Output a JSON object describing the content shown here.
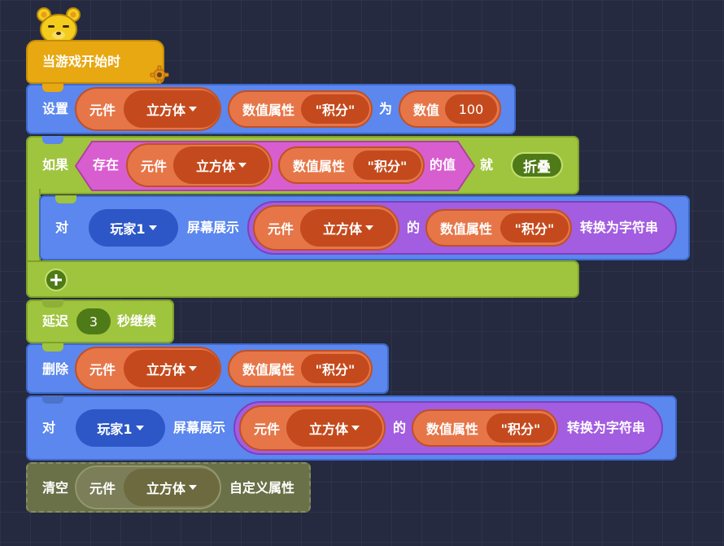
{
  "colors": {
    "background": "#252a40",
    "event": "#e8a812",
    "action_blue": "#5b87ee",
    "control_green": "#9fc43e",
    "element_orange": "#e67648",
    "element_dark": "#c44a1d",
    "operator_purple": "#a35de0",
    "condition_pink": "#d85ed0",
    "disabled_olive": "#6a7047"
  },
  "mascot": {
    "icon": "bear-mascot-icon"
  },
  "event_block": {
    "label": "当游戏开始时",
    "icon": "gear-icon"
  },
  "words": {
    "element": "元件",
    "cube": "立方体",
    "num_prop": "数值属性",
    "score": "\"积分\"",
    "player": "玩家1",
    "screen_show": "屏幕展示",
    "of": "的",
    "to_string": "转换为字符串",
    "to": "对"
  },
  "set_block": {
    "label": "设置",
    "as_label": "为",
    "value_label": "数值",
    "value": "100"
  },
  "if_block": {
    "label": "如果",
    "exists_label": "存在",
    "value_of": "的值",
    "then_label": "就",
    "fold_button": "折叠",
    "add_icon": "plus-icon"
  },
  "delay_block": {
    "label": "延迟",
    "value": "3",
    "suffix": "秒继续"
  },
  "delete_block": {
    "label": "删除"
  },
  "clear_block": {
    "label": "清空",
    "suffix": "自定义属性"
  }
}
